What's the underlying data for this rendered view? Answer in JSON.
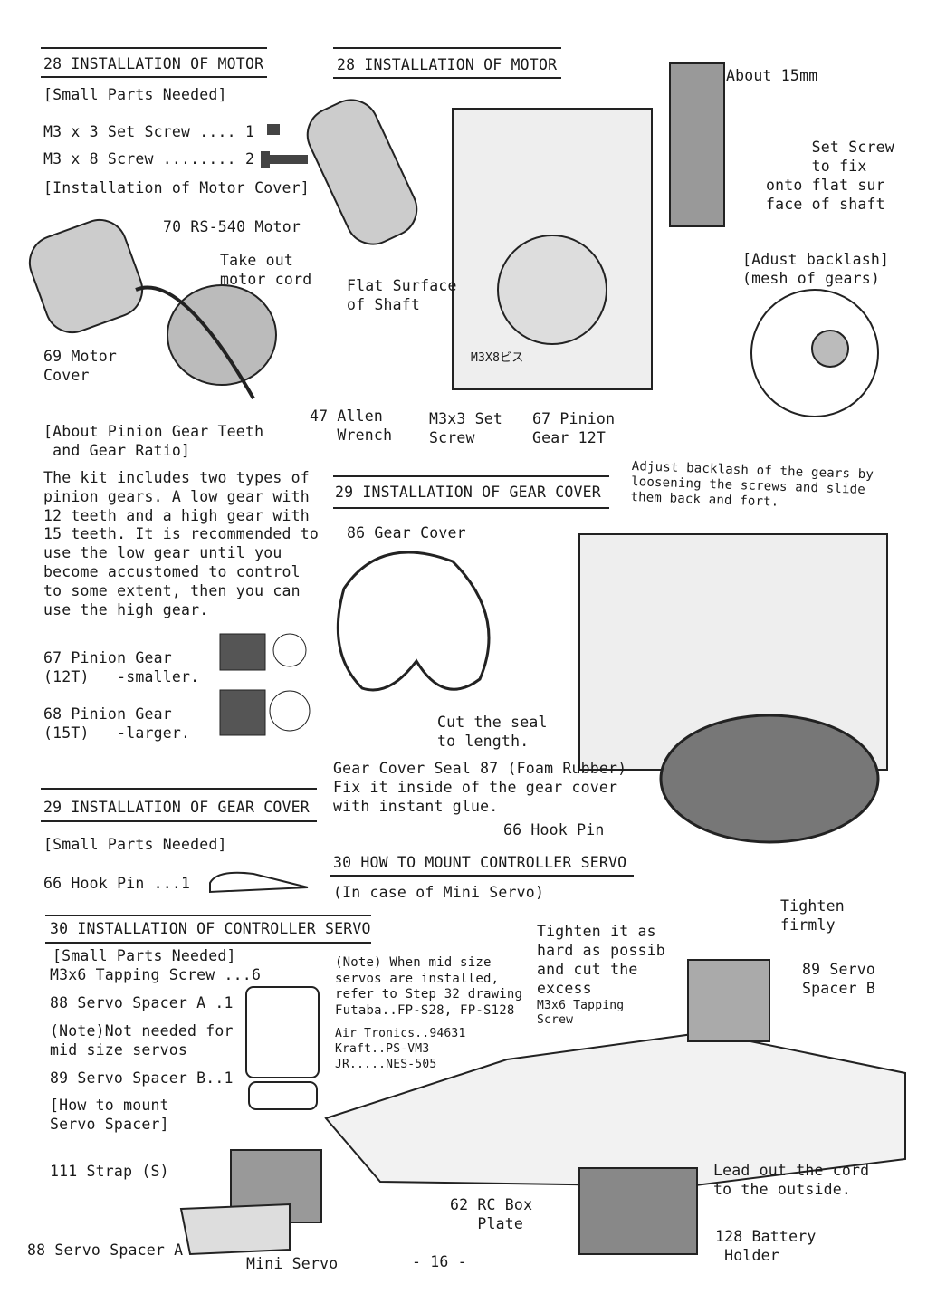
{
  "left": {
    "s28_title": "28 INSTALLATION OF MOTOR",
    "s28_parts": "[Small Parts Needed]",
    "s28_part1": "M3 x 3 Set Screw .... 1",
    "s28_part2": "M3 x 8 Screw ........ 2",
    "s28_cover": "[Installation of Motor Cover]",
    "motor_label": "70 RS-540 Motor",
    "cord_label": "Take out\nmotor cord",
    "motor_cover_label": "69 Motor\nCover",
    "pinion_heading": "[About Pinion Gear Teeth\n and Gear Ratio]",
    "pinion_text": "The kit includes two types of\npinion gears. A low gear with\n12 teeth and a high gear with\n15 teeth. It is recommended to\nuse the low gear until you\nbecome accustomed to control\nto some extent, then you can\nuse the high gear.",
    "pinion_12": "67 Pinion Gear\n(12T)   -smaller.",
    "pinion_15": "68 Pinion Gear\n(15T)   -larger.",
    "s29_title": "29 INSTALLATION OF GEAR COVER",
    "s29_parts": "[Small Parts Needed]",
    "s29_part1": "66 Hook Pin ...1",
    "s30_title": "30 INSTALLATION OF CONTROLLER SERVO",
    "s30_parts": "[Small Parts Needed]",
    "s30_part1": "M3x6 Tapping Screw ...6",
    "s30_part2": "88 Servo Spacer A .1",
    "s30_note": "(Note)Not needed for\nmid size servos",
    "s30_part3": "89 Servo Spacer B..1",
    "s30_how": "[How to mount\nServo Spacer]",
    "strap_label": "111 Strap (S)",
    "spacer_a_label": "88 Servo Spacer A",
    "mini_servo_label": "Mini Servo"
  },
  "right": {
    "s28_title": "28 INSTALLATION OF MOTOR",
    "about_label": "About 15mm",
    "set_screw_label": "     Set Screw\n     to fix\nonto flat sur\nface of shaft",
    "backlash_heading": "[Adust backlash]\n(mesh of gears)",
    "flat_surface_label": "Flat Surface\nof Shaft",
    "m3x8_label": "M3X8ビス",
    "allen_label": "47 Allen\n   Wrench",
    "set_screw2_label": "M3x3 Set\nScrew",
    "pinion_label": "67 Pinion\nGear 12T",
    "backlash_note": "Adjust backlash of the gears by\nloosening the screws and slide\nthem back and fort.",
    "s29_title": "29 INSTALLATION OF GEAR COVER",
    "gear_cover_label": "86 Gear Cover",
    "cut_seal_label": "Cut the seal\nto length.",
    "seal_text": "Gear Cover Seal 87 (Foam Rubber)\nFix it inside of the gear cover\nwith instant glue.",
    "hook_pin_label": "66 Hook Pin",
    "s30_title": "30 HOW TO MOUNT CONTROLLER SERVO",
    "s30_sub": "(In case of Mini Servo)",
    "tighten_text": "Tighten it as\nhard as possib\nand cut the\nexcess",
    "tapping_label": "M3x6 Tapping\nScrew",
    "tighten_firmly": "Tighten\nfirmly",
    "spacer_b_label": "89 Servo\nSpacer B",
    "servo_note": "(Note) When mid size\nservos are installed,\nrefer to Step 32 drawing\nFutaba..FP-S28, FP-S128",
    "servo_list": "Air Tronics..94631\nKraft..PS-VM3\nJR.....NES-505",
    "lead_out": "Lead out the cord\nto the outside.",
    "rc_box_label": "62 RC Box\n   Plate",
    "battery_label": "128 Battery\n Holder"
  },
  "page_number": "- 16 -"
}
